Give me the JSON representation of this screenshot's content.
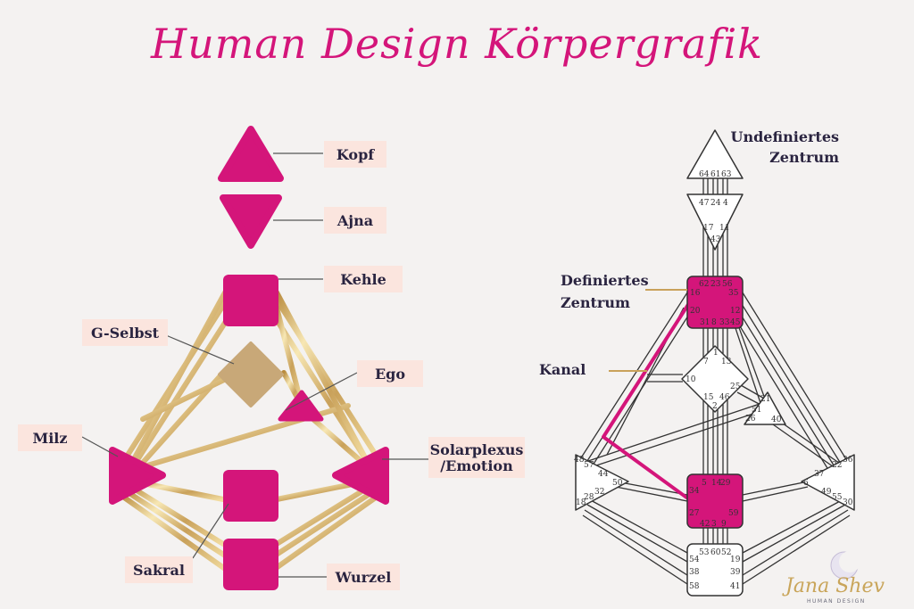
{
  "title": "Human Design Körpergrafik",
  "left_labels": {
    "kopf": "Kopf",
    "ajna": "Ajna",
    "kehle": "Kehle",
    "g_selbst": "G-Selbst",
    "ego": "Ego",
    "milz": "Milz",
    "solarplexus_line1": "Solarplexus",
    "solarplexus_line2": "/Emotion",
    "sakral": "Sakral",
    "wurzel": "Wurzel"
  },
  "right_labels": {
    "undefined_line1": "Undefiniertes",
    "undefined_line2": "Zentrum",
    "defined_line1": "Definiertes",
    "defined_line2": "Zentrum",
    "kanal": "Kanal"
  },
  "gates": {
    "head": [
      "64",
      "61",
      "63"
    ],
    "ajna_top": [
      "47",
      "24",
      "4"
    ],
    "ajna_mid": [
      "17",
      "11"
    ],
    "ajna_bottom": "43",
    "throat_top": [
      "62",
      "23",
      "56"
    ],
    "throat_mid": [
      "16",
      "35",
      "20",
      "12"
    ],
    "throat_bottom": [
      "31",
      "8",
      "33",
      "45"
    ],
    "g_top": "1",
    "g_left": [
      "7",
      "13",
      "10",
      "15",
      "2"
    ],
    "g_right": [
      "25",
      "46"
    ],
    "ego": [
      "21",
      "51",
      "26",
      "40"
    ],
    "spleen": [
      "48",
      "57",
      "44",
      "50",
      "32",
      "28",
      "18"
    ],
    "solar": [
      "36",
      "22",
      "37",
      "6",
      "49",
      "55",
      "30"
    ],
    "sacral": [
      "5",
      "14",
      "29",
      "34",
      "27",
      "59",
      "42",
      "3",
      "9"
    ],
    "root": [
      "53",
      "60",
      "52",
      "54",
      "19",
      "38",
      "39",
      "58",
      "41"
    ]
  },
  "logo": {
    "name": "Jana Shev",
    "subtitle": "HUMAN DESIGN"
  },
  "colors": {
    "magenta": "#d4157a",
    "gold": "#c9a15a",
    "tan": "#c8a878",
    "label_bg": "#fbe5de",
    "text": "#2a2440"
  }
}
